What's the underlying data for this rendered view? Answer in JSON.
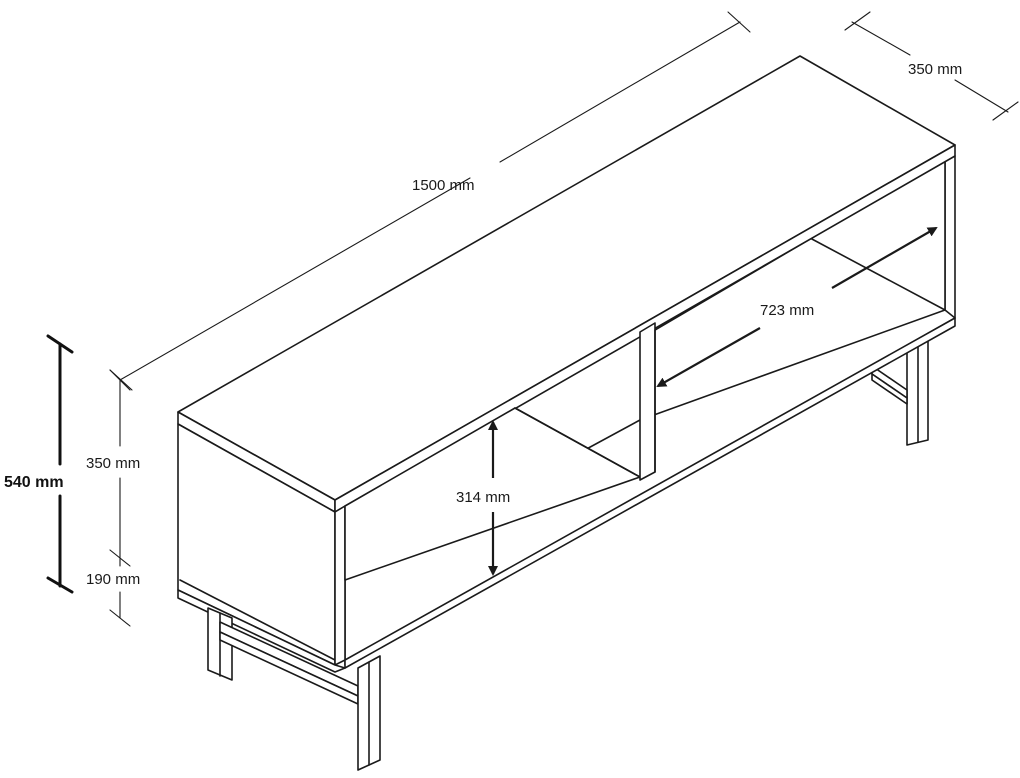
{
  "diagram": {
    "dimensions": {
      "length": "1500 mm",
      "depth": "350 mm",
      "total_height": "540 mm",
      "body_height": "350 mm",
      "leg_height": "190 mm",
      "inner_height": "314 mm",
      "compartment_width": "723 mm"
    },
    "colors": {
      "line": "#1a1a1a",
      "background": "#ffffff"
    }
  }
}
